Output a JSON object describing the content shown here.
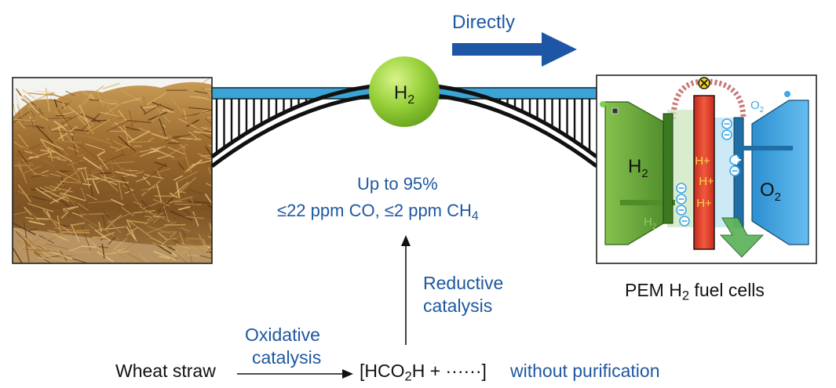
{
  "colors": {
    "blue_text": "#1e58a0",
    "arrow_blue": "#1d56a5",
    "bridge_blue": "#3aa4d6",
    "h2_green": "#8fce2f",
    "fuel_green": "#6cab3c",
    "fuel_red": "#e2432b",
    "fuel_blue": "#2e9ad8"
  },
  "direct": {
    "label": "Directly",
    "icon": "right-arrow-icon"
  },
  "bridge": {
    "h2_base": "H",
    "h2_sub": "2"
  },
  "product": {
    "yield_line": "Up to 95%",
    "impurity_part1": "≤22 ppm CO, ≤2 ppm CH",
    "impurity_sub": "4"
  },
  "reductive": {
    "line1": "Reductive",
    "line2": "catalysis"
  },
  "oxidative": {
    "line1": "Oxidative",
    "line2": "catalysis"
  },
  "feedstock": {
    "label": "Wheat straw",
    "image": "wheat-straw-photo"
  },
  "intermediate": {
    "open": "[HCO",
    "sub": "2",
    "rest": "H + ······]",
    "note": "without purification"
  },
  "fuel_cell": {
    "caption_pre": "PEM H",
    "caption_sub": "2",
    "caption_post": " fuel cells",
    "h2_label": "H",
    "h2_sub": "2",
    "o2_label": "O",
    "o2_sub": "2",
    "o2_small": "O",
    "o2_small_sub": "2",
    "h2_small": "H",
    "h2_small_sub": "2",
    "proton": "H+",
    "ammeter_icon": "ammeter-icon"
  }
}
